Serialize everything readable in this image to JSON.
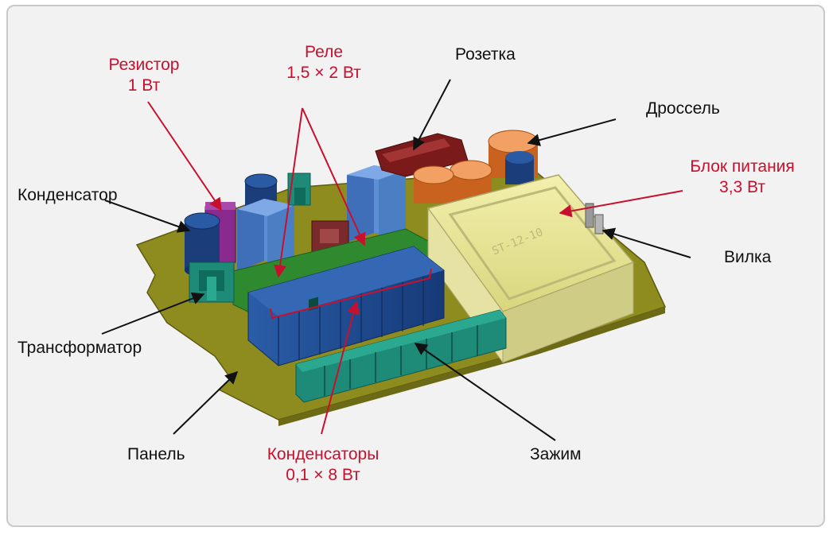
{
  "colors": {
    "red_label": "#c8102e",
    "black_label": "#111111",
    "panel": "#8f8c1f",
    "relay_blue": "#4a7fc4",
    "capacitor_block_blue": "#1f4e95",
    "pcb_green": "#2f8a2f",
    "terminal_teal": "#1e8a78",
    "power_block_yellow": "#e8e69a",
    "choke_orange": "#e8803a",
    "socket_darkred": "#7a1a1a",
    "resistor_purple": "#8a2a8f"
  },
  "labels": {
    "resistor": [
      "Резистор",
      "1 Вт"
    ],
    "relay": [
      "Реле",
      "1,5 × 2 Вт"
    ],
    "socket": "Розетка",
    "choke": "Дроссель",
    "power_block": [
      "Блок питания",
      "3,3 Вт"
    ],
    "capacitor": "Конденсатор",
    "plug": "Вилка",
    "transformer": "Трансформатор",
    "panel": "Панель",
    "capacitors": [
      "Конденсаторы",
      "0,1 × 8 Вт"
    ],
    "clamp": "Зажим"
  },
  "stamp_text": "ST-12-10"
}
